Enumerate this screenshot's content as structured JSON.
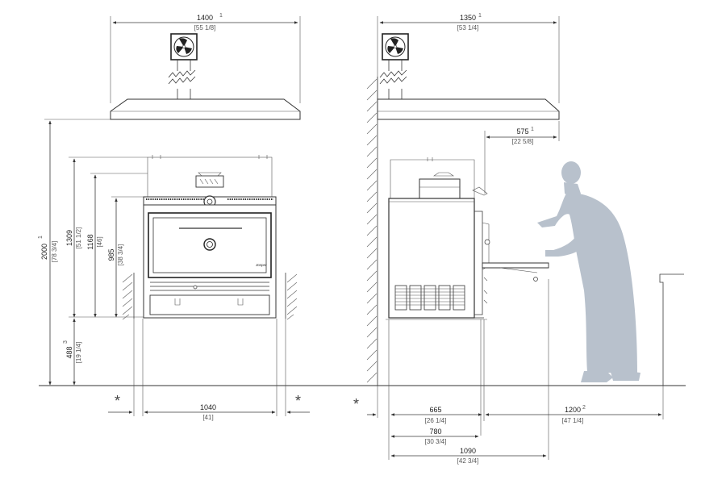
{
  "colors": {
    "line": "#3a3a3a",
    "person": "#b8c1cc",
    "text": "#222222"
  },
  "icons": [
    "fan-icon",
    "smoke-icon"
  ],
  "front_view": {
    "width_top": {
      "value": "1400",
      "note": "1",
      "inch": "[55 1/8]"
    },
    "height_total": {
      "value": "2000",
      "note": "1",
      "inch": "[78 3/4]"
    },
    "height_1309": {
      "value": "1309",
      "inch": "[51 1/2]"
    },
    "height_1168": {
      "value": "1168",
      "inch": "[46]"
    },
    "height_985": {
      "value": "985",
      "inch": "[38 3/4]"
    },
    "height_488": {
      "value": "488",
      "note": "3",
      "inch": "[19 1/4]"
    },
    "width_bottom": {
      "value": "1040",
      "inch": "[41]"
    },
    "brand": "Josper",
    "star": "*"
  },
  "side_view": {
    "width_top": {
      "value": "1350",
      "note": "1",
      "inch": "[53 1/4]"
    },
    "depth_575": {
      "value": "575",
      "note": "1",
      "inch": "[22 5/8]"
    },
    "depth_665": {
      "value": "665",
      "inch": "[26 1/4]"
    },
    "clear_1200": {
      "value": "1200",
      "note": "2",
      "inch": "[47 1/4]"
    },
    "depth_780": {
      "value": "780",
      "inch": "[30 3/4]"
    },
    "depth_1090": {
      "value": "1090",
      "inch": "[42 3/4]"
    },
    "star": "*"
  }
}
